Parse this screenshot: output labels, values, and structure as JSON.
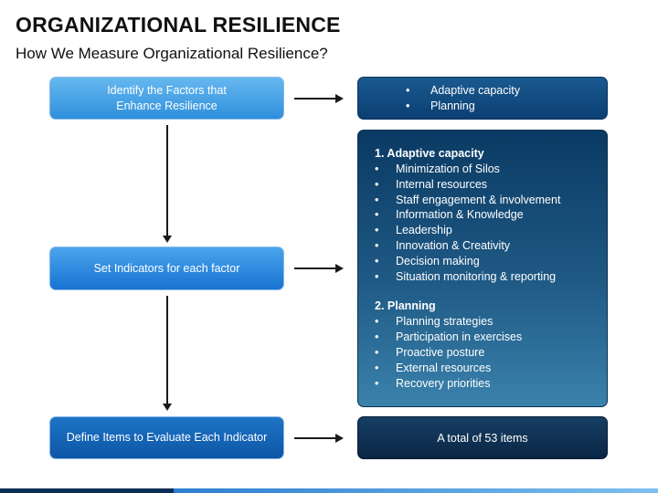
{
  "header": {
    "title": "ORGANIZATIONAL RESILIENCE",
    "subtitle": "How We Measure Organizational Resilience?"
  },
  "steps": [
    {
      "label": "Identify the Factors that Enhance Resilience"
    },
    {
      "label": "Set Indicators for each factor"
    },
    {
      "label": "Define Items to Evaluate Each Indicator"
    }
  ],
  "outputs": {
    "factors": [
      "Adaptive capacity",
      "Planning"
    ],
    "indicators": {
      "section1_title": "1. Adaptive capacity",
      "section1_items": [
        "Minimization of Silos",
        "Internal resources",
        "Staff engagement & involvement",
        "Information & Knowledge",
        "Leadership",
        "Innovation & Creativity",
        "Decision making",
        "Situation monitoring & reporting"
      ],
      "section2_title": "2. Planning",
      "section2_items": [
        "Planning strategies",
        "Participation in exercises",
        "Proactive posture",
        "External resources",
        "Recovery priorities"
      ]
    },
    "items_total": "A total of 53 items"
  },
  "colors": {
    "step1": "#4aa6ea",
    "step2": "#2a88e0",
    "step3": "#1566b8",
    "panel_dark": "#0b3f72",
    "accent_bar": "#0c2e55"
  }
}
